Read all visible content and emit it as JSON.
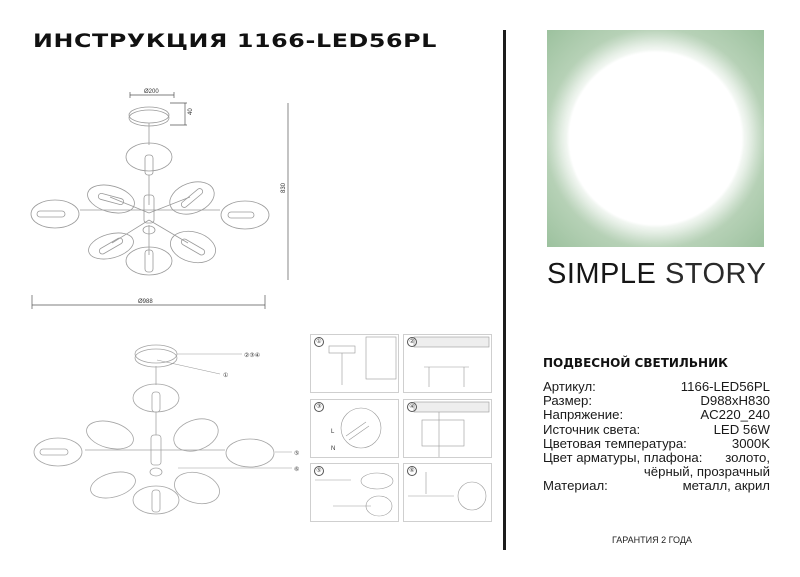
{
  "header": {
    "title": "ИНСТРУКЦИЯ 1166-LED56PL"
  },
  "brand": {
    "part1": "SIMPLE",
    "part2": "STORY"
  },
  "product": {
    "type": "ПОДВЕСНОЙ СВЕТИЛЬНИК",
    "specs": [
      {
        "label": "Артикул:",
        "value": "1166-LED56PL"
      },
      {
        "label": "Размер:",
        "value": "D988xH830"
      },
      {
        "label": "Напряжение:",
        "value": "AC220_240"
      },
      {
        "label": "Источник света:",
        "value": "LED 56W"
      },
      {
        "label": "Цветовая температура:",
        "value": "3000K"
      },
      {
        "label": "Цвет арматуры, плафона:",
        "value": "золото,"
      },
      {
        "label": "",
        "value": "чёрный, прозрачный"
      },
      {
        "label": "Материал:",
        "value": "металл, акрил"
      }
    ],
    "warranty": "ГАРАНТИЯ 2 ГОДА"
  },
  "drawing": {
    "dimensions": {
      "canopy_diameter": "Ø200",
      "canopy_height": "40",
      "total_height": "830",
      "total_diameter": "Ø988"
    },
    "callouts": [
      "②③④",
      "①",
      "⑤",
      "⑥"
    ]
  },
  "steps": [
    {
      "number": "①"
    },
    {
      "number": "②"
    },
    {
      "number": "③"
    },
    {
      "number": "④"
    },
    {
      "number": "⑤"
    },
    {
      "number": "⑥"
    }
  ],
  "colors": {
    "photo_background": "#9cc19e",
    "divider": "#1c1c1c",
    "text": "#1a1a1a"
  }
}
